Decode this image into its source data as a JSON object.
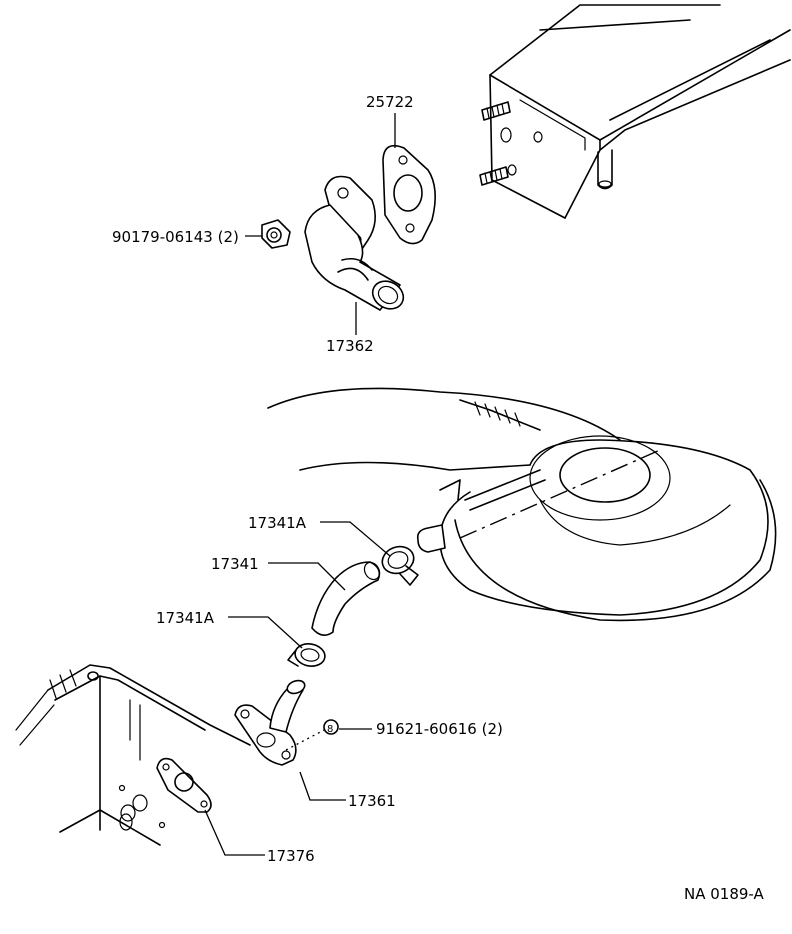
{
  "diagram": {
    "parts": [
      {
        "id": "p25722",
        "number": "25722"
      },
      {
        "id": "p90179",
        "number": "90179-06143 (2)"
      },
      {
        "id": "p17362",
        "number": "17362"
      },
      {
        "id": "p17341A_top",
        "number": "17341A"
      },
      {
        "id": "p17341",
        "number": "17341"
      },
      {
        "id": "p17341A_bottom",
        "number": "17341A"
      },
      {
        "id": "p91621",
        "number": "91621-60616 (2)"
      },
      {
        "id": "p17361",
        "number": "17361"
      },
      {
        "id": "p17376",
        "number": "17376"
      }
    ],
    "reference_code": "NA 0189-A",
    "circled_marker": "8"
  }
}
